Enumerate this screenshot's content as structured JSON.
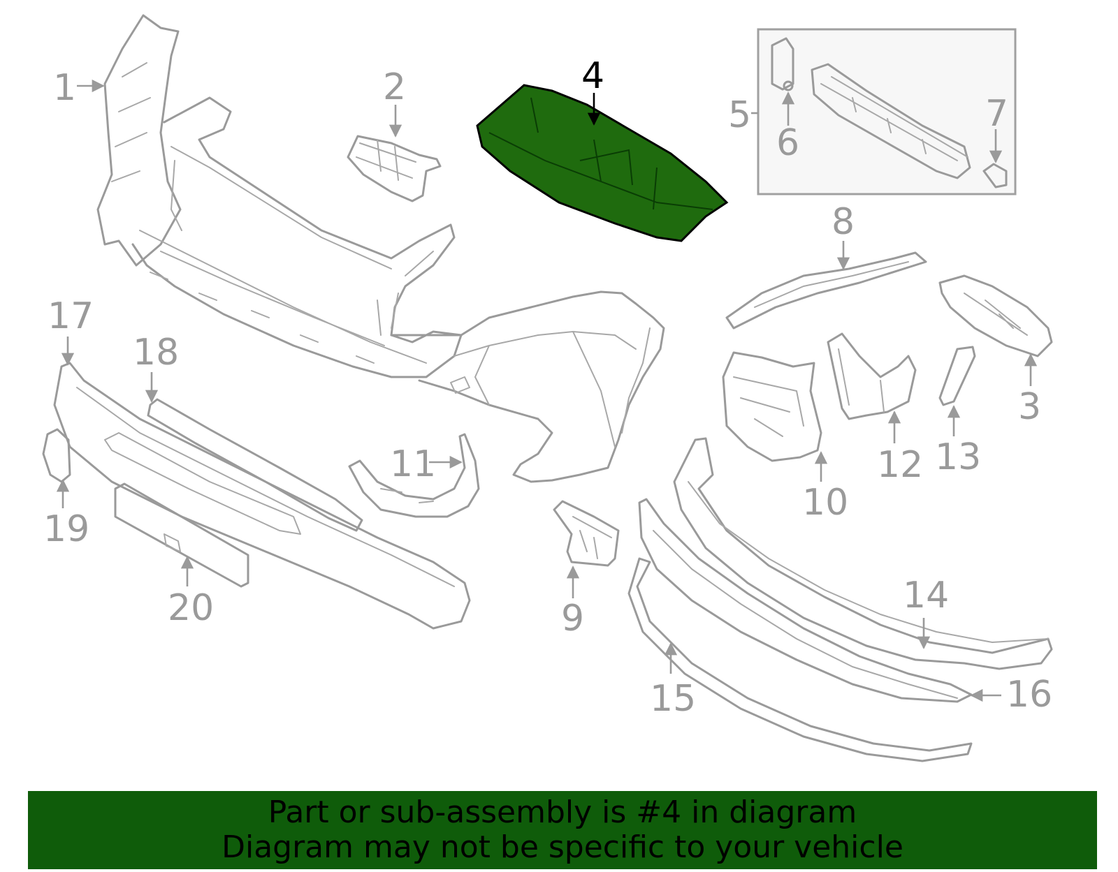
{
  "highlight": {
    "part_number": "4",
    "color": "#1f6b0e"
  },
  "callouts": [
    "1",
    "2",
    "3",
    "4",
    "5",
    "6",
    "7",
    "8",
    "9",
    "10",
    "11",
    "12",
    "13",
    "14",
    "15",
    "16",
    "17",
    "18",
    "19",
    "20"
  ],
  "banner": {
    "line1": "Part or sub-assembly is #4 in diagram",
    "line2": "Diagram may not be specific to your vehicle",
    "background": "#0f5c0a"
  }
}
